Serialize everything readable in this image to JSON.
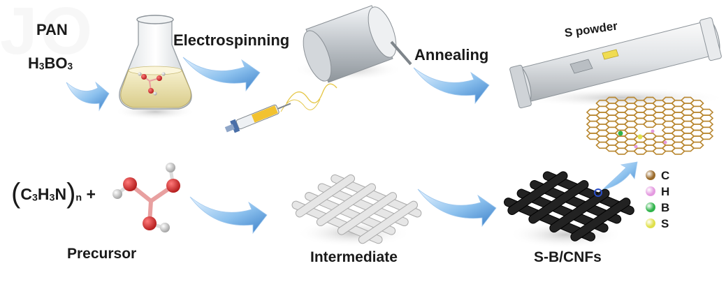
{
  "labels": {
    "pan": "PAN",
    "h3bo3_a": "H",
    "h3bo3_sub1": "3",
    "h3bo3_b": "BO",
    "h3bo3_sub2": "3",
    "electrospinning": "Electrospinning",
    "annealing": "Annealing",
    "s_powder": "S powder",
    "formula_open": "(",
    "formula_c": "C",
    "formula_sub1": "3",
    "formula_h": "H",
    "formula_sub2": "3",
    "formula_n": "N",
    "formula_close": ")",
    "formula_subn": "n",
    "formula_plus": "+",
    "precursor": "Precursor",
    "intermediate": "Intermediate",
    "sbcnfs": "S-B/CNFs"
  },
  "legend": [
    {
      "symbol": "C",
      "color": "#9a6a2a"
    },
    {
      "symbol": "H",
      "color": "#e49ae0"
    },
    {
      "symbol": "B",
      "color": "#2fb34a"
    },
    {
      "symbol": "S",
      "color": "#e0e04a"
    }
  ],
  "colors": {
    "arrow": "#7fb8ec",
    "arrow_dark": "#3b7fc8",
    "oxygen": "#cc2a2a",
    "hydrogen": "#d9d9d9",
    "boron_bond": "#e8a0a0",
    "carbon_bond": "#b8862e",
    "fiber_white": "#e4e4e4",
    "fiber_black": "#1c1c1c",
    "liquid": "#efe6b8",
    "metal": "#c8cdd2"
  }
}
